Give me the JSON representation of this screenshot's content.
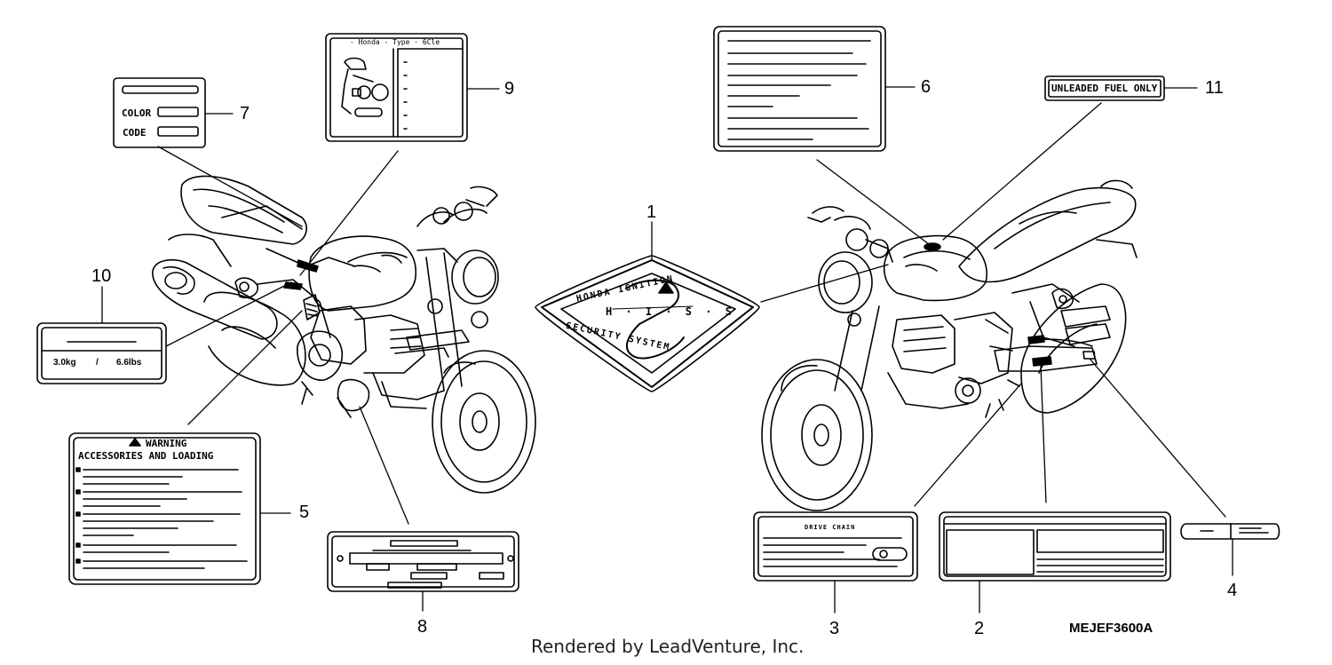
{
  "callouts": [
    "1",
    "2",
    "3",
    "4",
    "5",
    "6",
    "7",
    "8",
    "9",
    "10",
    "11"
  ],
  "labels": {
    "unleaded": "UNLEADED FUEL ONLY",
    "color": "COLOR",
    "code": "CODE",
    "type_header": "- Honda - Type · 6Cle",
    "warning_title": "WARNING",
    "warning_sub": "ACCESSORIES AND LOADING",
    "load_left": "3.0kg",
    "load_sep": "/",
    "load_right": "6.6lbs",
    "drive_chain": "DRIVE CHAIN",
    "emblem_top": "HONDA IGNITION",
    "emblem_mid": "H · I · S · S",
    "emblem_bottom": "SECURITY SYSTEM"
  },
  "diagram_code": "MEJEF3600A",
  "footer": "Rendered by LeadVenture, Inc."
}
